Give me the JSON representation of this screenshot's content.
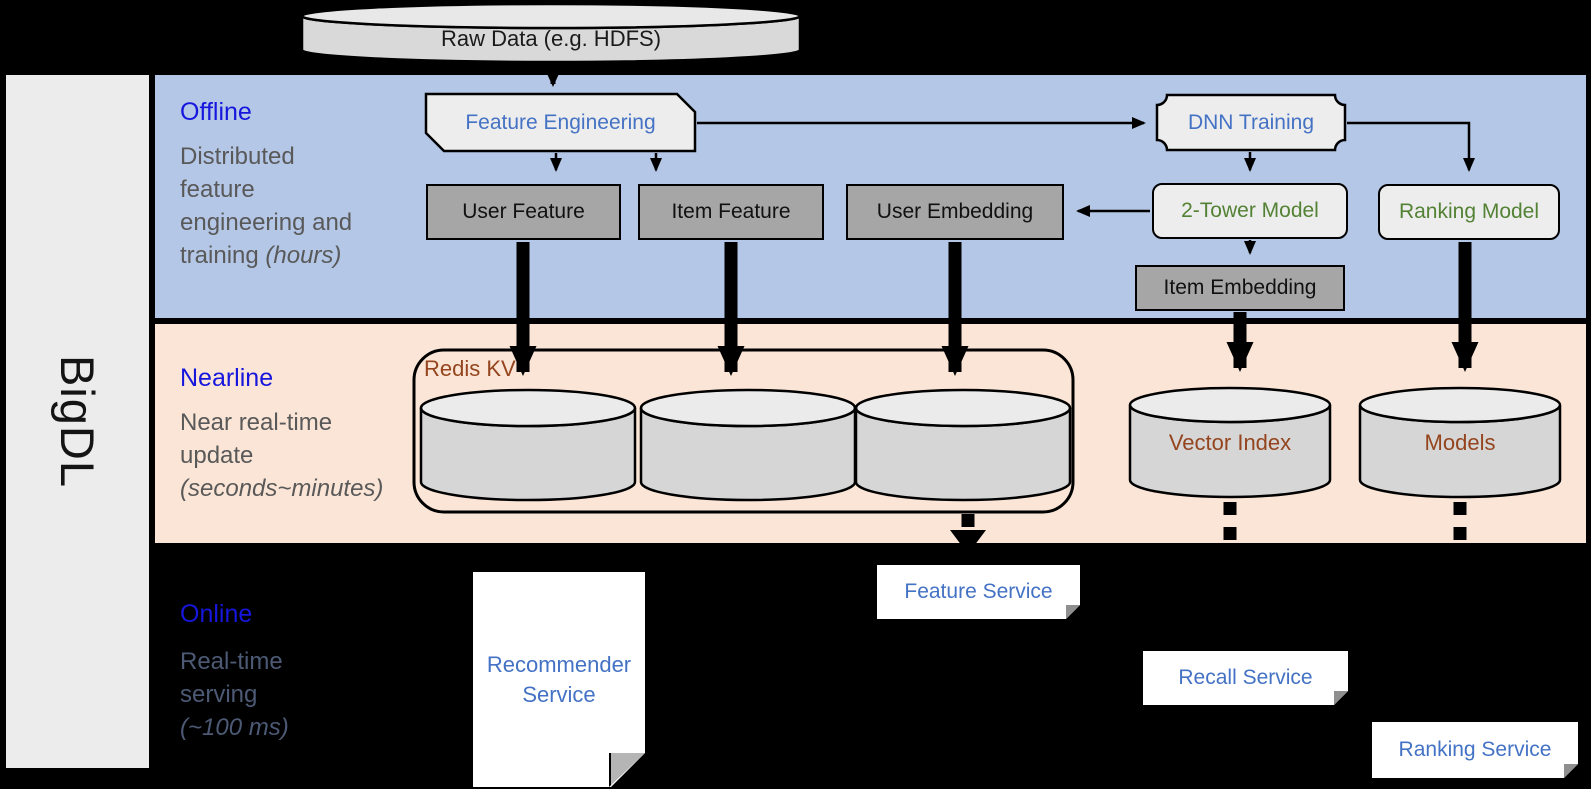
{
  "brand": "BigDL",
  "raw_data": {
    "label": "Raw Data (e.g. HDFS)"
  },
  "sections": {
    "offline": {
      "title": "Offline",
      "desc_line1": "Distributed",
      "desc_line2": "feature",
      "desc_line3": "engineering and",
      "desc_line4": "training ",
      "desc_line4_note": "(hours)"
    },
    "nearline": {
      "title": "Nearline",
      "desc_line1": "Near real-time",
      "desc_line2": "update",
      "desc_note": "(seconds~minutes)"
    },
    "online": {
      "title": "Online",
      "desc_line1": "Real-time",
      "desc_line2": "serving",
      "desc_note": "(~100 ms)"
    }
  },
  "boxes": {
    "feature_engineering": "Feature Engineering",
    "dnn_training": "DNN Training",
    "user_feature": "User Feature",
    "item_feature": "Item Feature",
    "user_embedding": "User Embedding",
    "two_tower_model": "2-Tower Model",
    "ranking_model": "Ranking Model",
    "item_embedding": "Item Embedding"
  },
  "stores": {
    "redis_kv": "Redis KV",
    "vector_index": "Vector Index",
    "models": "Models"
  },
  "services": {
    "recommender": "Recommender Service",
    "feature": "Feature Service",
    "recall": "Recall Service",
    "ranking": "Ranking Service"
  },
  "colors": {
    "background": "#000000",
    "offline_band": "#b4c7e7",
    "nearline_band": "#fbe5d6",
    "section_title_blue": "#1616dd",
    "desc_gray": "#595959",
    "box_label_blue": "#4472c4",
    "model_label_green": "#548235",
    "store_label_brown": "#94451e",
    "gray_box_fill": "#a6a6a6",
    "light_box_fill": "#ededed",
    "cylinder_fill": "#d9d9d9",
    "brand_bar_fill": "#ececec",
    "service_card_fill": "#ffffff"
  }
}
